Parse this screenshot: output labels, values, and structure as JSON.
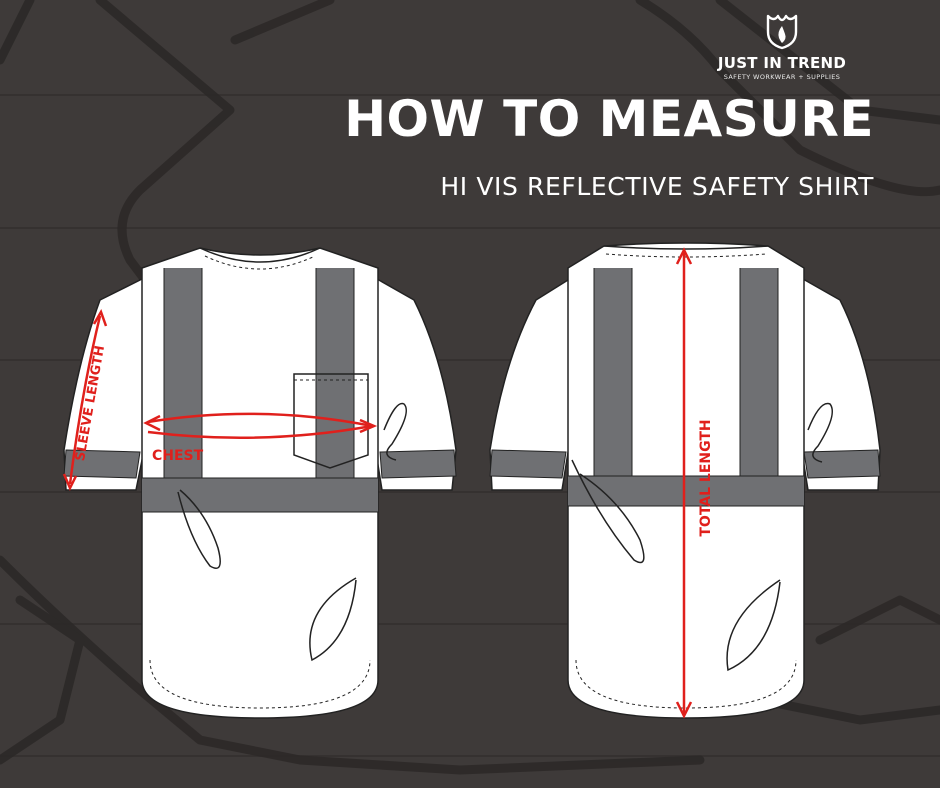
{
  "brand": {
    "name": "JUST IN TREND",
    "tagline": "SAFETY WORKWEAR + SUPPLIES",
    "logo_icon": "flame-shield-icon"
  },
  "header": {
    "title": "HOW TO MEASURE",
    "subtitle": "HI VIS REFLECTIVE SAFETY SHIRT"
  },
  "measurements": {
    "sleeve_length": "SLEEVE LENGTH",
    "chest": "CHEST",
    "total_length": "TOTAL LENGTH"
  },
  "colors": {
    "background": "#3f3b3a",
    "shirt": "#ffffff",
    "reflective_tape": "#6f7073",
    "measure_line": "#e0201c",
    "text": "#ffffff"
  }
}
